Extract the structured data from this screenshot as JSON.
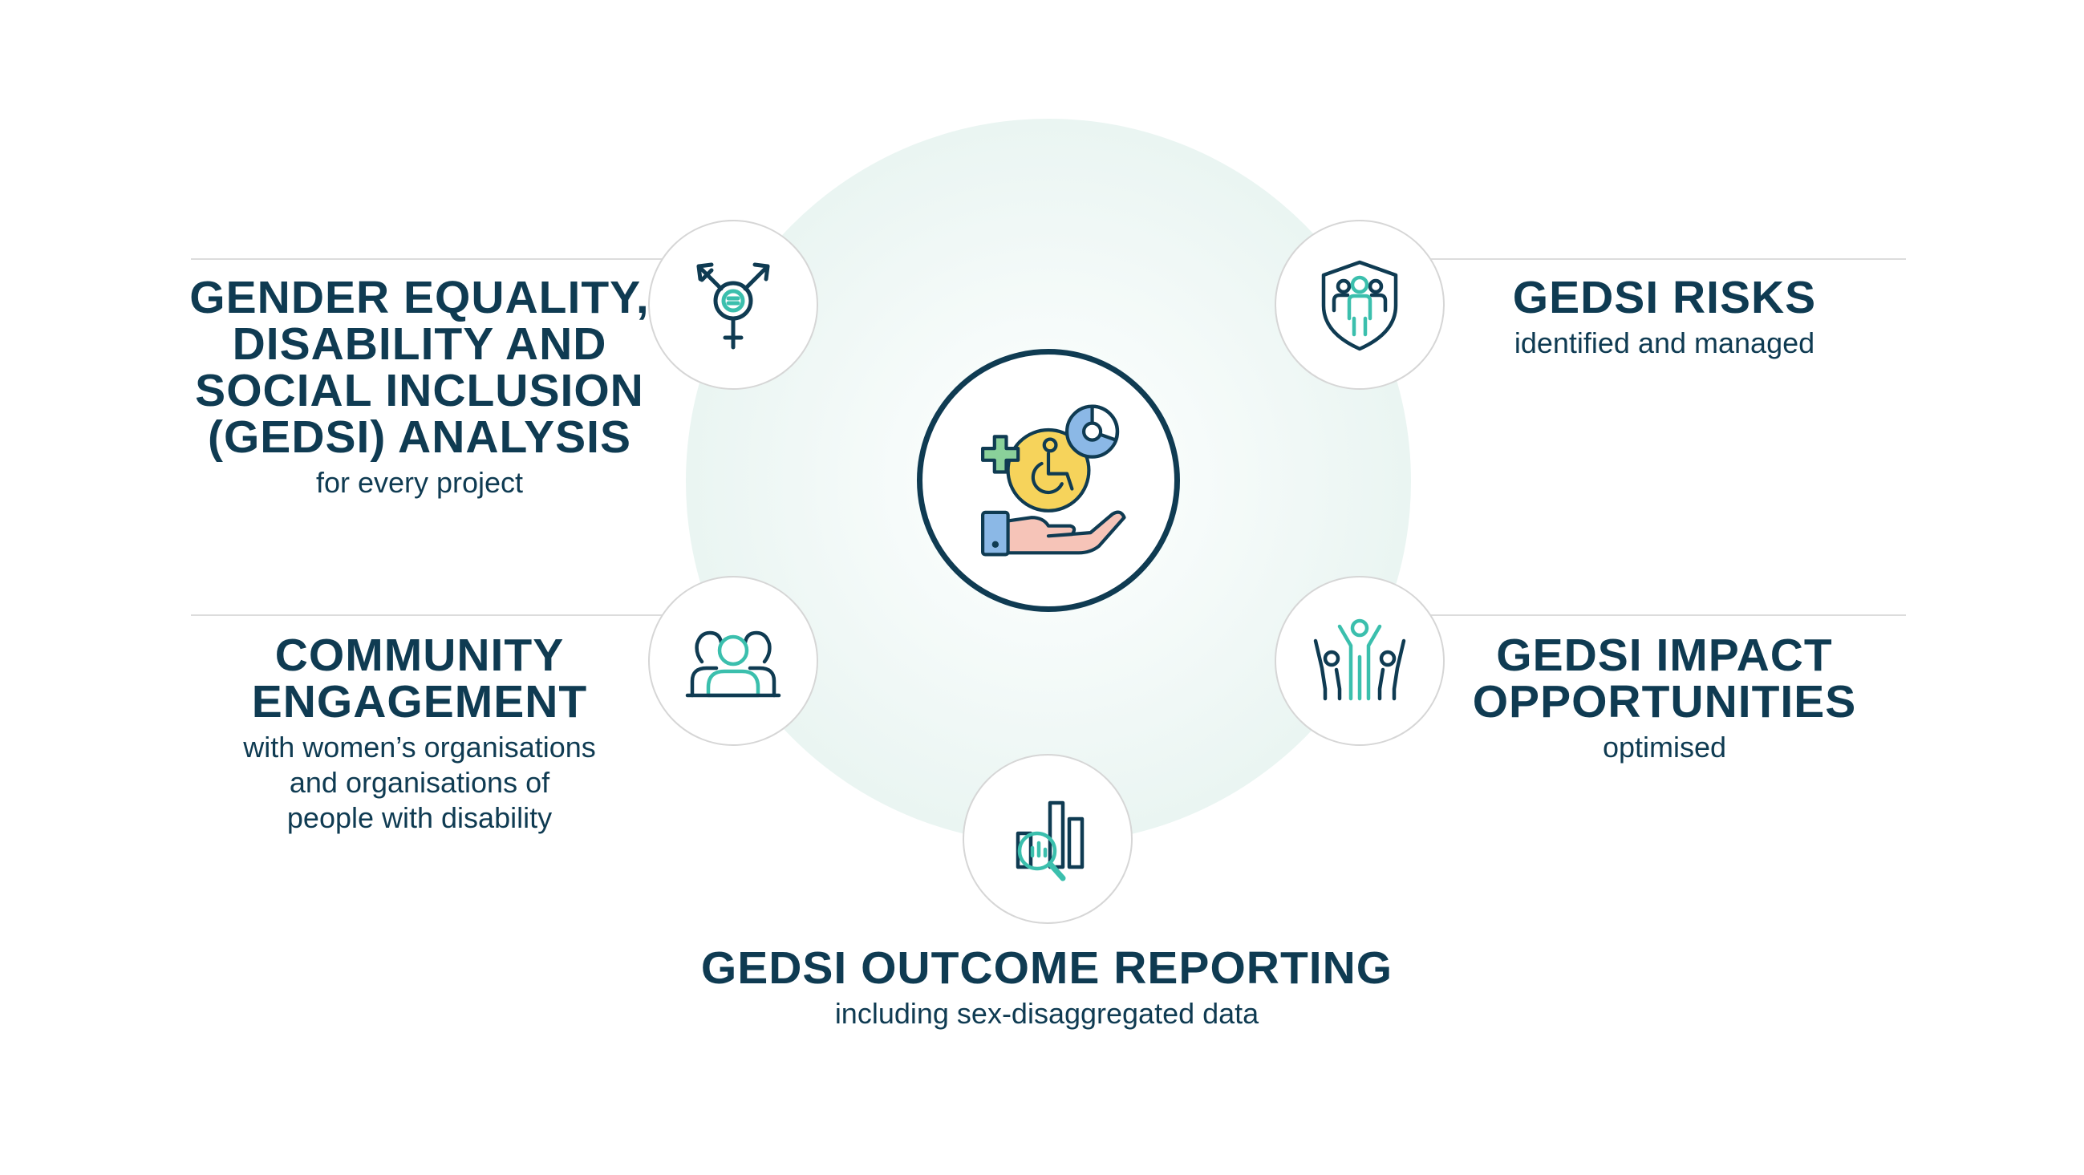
{
  "center": {
    "icon": "hand-holding-accessibility-icon"
  },
  "items": {
    "analysis": {
      "title_lines": [
        "GENDER EQUALITY,",
        "DISABILITY AND",
        "SOCIAL INCLUSION",
        "(GEDSI) ANALYSIS"
      ],
      "subtitle_lines": [
        "for every project"
      ],
      "icon": "gender-symbol-icon"
    },
    "risks": {
      "title_lines": [
        "GEDSI RISKS"
      ],
      "subtitle_lines": [
        "identified and managed"
      ],
      "icon": "shield-people-icon"
    },
    "community": {
      "title_lines": [
        "COMMUNITY",
        "ENGAGEMENT"
      ],
      "subtitle_lines": [
        "with women’s organisations",
        "and organisations of",
        "people with disability"
      ],
      "icon": "group-people-icon"
    },
    "impact": {
      "title_lines": [
        "GEDSI IMPACT",
        "OPPORTUNITIES"
      ],
      "subtitle_lines": [
        "optimised"
      ],
      "icon": "celebrating-people-icon"
    },
    "reporting": {
      "title_lines": [
        "GEDSI OUTCOME REPORTING"
      ],
      "subtitle_lines": [
        "including sex-disaggregated data"
      ],
      "icon": "bar-chart-magnifier-icon"
    }
  },
  "colors": {
    "navy": "#0f3b52",
    "teal": "#3bbfad",
    "circle_bg": "#e3f1ed",
    "line": "#dcdcdc"
  }
}
